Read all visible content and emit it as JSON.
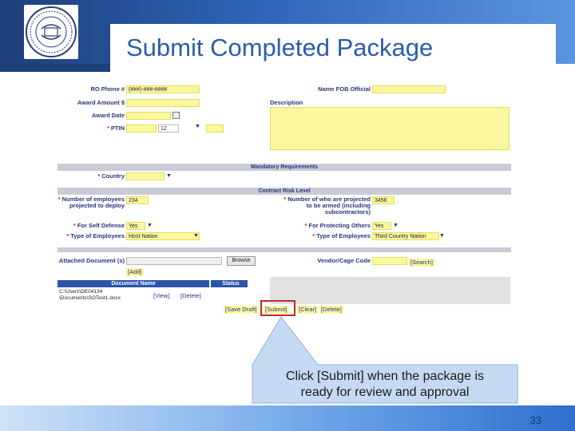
{
  "slide": {
    "title": "Submit Completed Package",
    "page_number": "33"
  },
  "form": {
    "left_fields": [
      {
        "label": "RO Phone #",
        "value": "(###)-###-####"
      },
      {
        "label": "Award Amount $",
        "value": ""
      },
      {
        "label": "Award Date",
        "value": ""
      },
      {
        "label": "PTIN",
        "value": "12"
      }
    ],
    "right_top_label": "Name FOB Official",
    "description_label": "Description",
    "mandatory_header": "Mandatory Requirements",
    "country_label": "Country",
    "risk_header": "Contract Risk Level",
    "employees_label": "Number of employees projected to deploy",
    "employees_value": "234",
    "armed_label": "Number of who are projected to be armed (including subcontractors)",
    "armed_value": "3456",
    "self_defense_label": "For Self Defense",
    "self_defense_value": "Yes",
    "protecting_label": "For Protecting Others",
    "protecting_value": "Yes",
    "type_label": "Type of Employees",
    "type_value": "Host Nation",
    "type_label_right": "Type of Employees",
    "type_value_right": "Third Country Nation",
    "attached_label": "Attached Document (s)",
    "browse_label": "Browse",
    "add_label": "[Add]",
    "vendor_label": "Vendor/Cage Code",
    "search_label": "[Search]",
    "doc_col_name": "Document Name",
    "doc_col_status": "Status",
    "doc_path_1": "C:\\Users\\DE04134",
    "doc_path_2": "\\Documents\\SOTest1.docx",
    "view_label": "[View]",
    "delete_row_label": "[Delete]",
    "buttons": {
      "save_draft": "[Save Draft]",
      "submit": "[Submit]",
      "clear": "[Clear]",
      "delete": "[Delete]"
    }
  },
  "callout": {
    "line1": "Click [Submit] when the package is",
    "line2": "ready for review and approval"
  },
  "colors": {
    "title": "#2b5dab",
    "field_yellow": "#fbf7a0",
    "highlight_red": "#c0282c",
    "callout_fill": "#c5daf2"
  }
}
